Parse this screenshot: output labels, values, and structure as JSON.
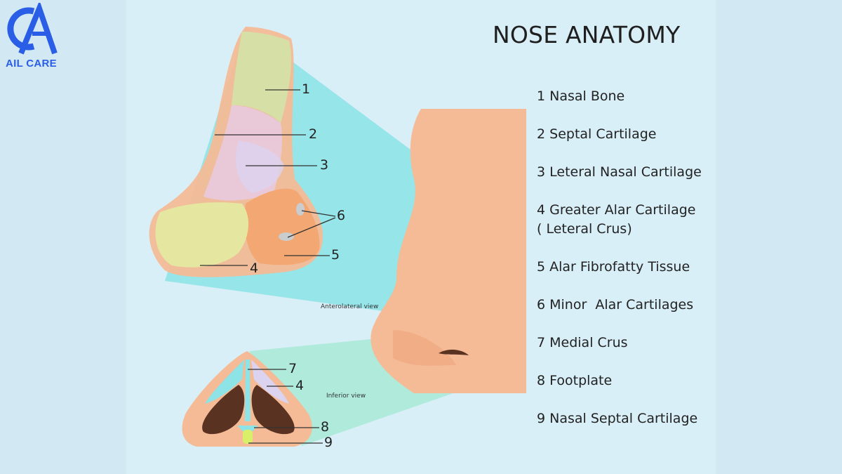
{
  "brand": {
    "logo_text": "AIL CARE",
    "color": "#2a5ee6"
  },
  "title": "NOSE ANATOMY",
  "legend": [
    {
      "number": "1",
      "text": "1 Nasal Bone"
    },
    {
      "number": "2",
      "text": "2 Septal Cartilage"
    },
    {
      "number": "3",
      "text": "3 Leteral Nasal Cartilage"
    },
    {
      "number": "4",
      "text": "4 Greater Alar Cartilage\n( Leteral Crus)"
    },
    {
      "number": "5",
      "text": "5 Alar Fibrofatty Tissue"
    },
    {
      "number": "6",
      "text": "6 Minor  Alar Cartilages"
    },
    {
      "number": "7",
      "text": "7 Medial Crus"
    },
    {
      "number": "8",
      "text": "8 Footplate"
    },
    {
      "number": "9",
      "text": "9 Nasal Septal Cartilage"
    }
  ],
  "callouts": {
    "c1": "1",
    "c2": "2",
    "c3": "3",
    "c4": "4",
    "c5": "5",
    "c6": "6",
    "c7": "7",
    "c4b": "4",
    "c8": "8",
    "c9": "9"
  },
  "captions": {
    "anterolateral": "Anterolateral view",
    "inferior": "Inferior view"
  },
  "colors": {
    "background": "#d2e9f4",
    "zoom_cone": "#8ee3e6",
    "skin": "#f4bb96",
    "bone": "#d6e0a6",
    "septal": "#e9c9d8",
    "alar": "#e5e7a0",
    "fibrofatty": "#f3a772",
    "nostril": "#5a3222"
  },
  "icons": [
    "logo-icon"
  ]
}
